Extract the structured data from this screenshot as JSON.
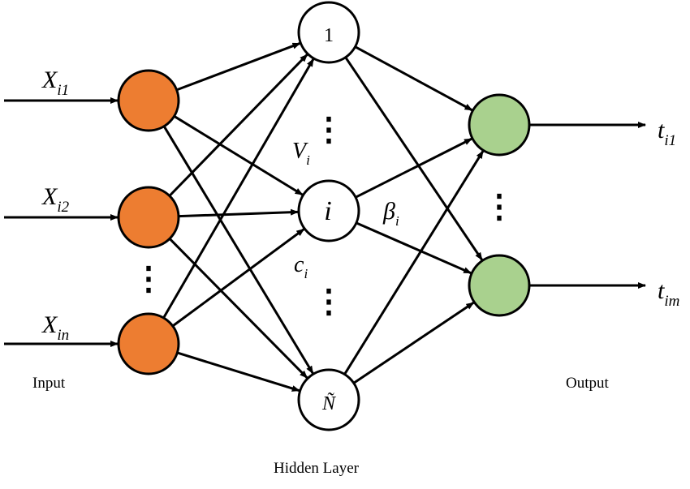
{
  "colors": {
    "input_node": "#ED7D31",
    "hidden_node": "#FFFFFF",
    "output_node": "#A9D18E",
    "stroke": "#000000",
    "background": "#FFFFFF"
  },
  "inputs": [
    {
      "base": "X",
      "sub": "i1"
    },
    {
      "base": "X",
      "sub": "i2"
    },
    {
      "base": "X",
      "sub": "in"
    }
  ],
  "hidden_nodes": [
    "1",
    "i",
    "Ñ"
  ],
  "outputs": [
    {
      "base": "t",
      "sub": "i1"
    },
    {
      "base": "t",
      "sub": "im"
    }
  ],
  "weights": {
    "input_weight": {
      "base": "V",
      "sub": "i"
    },
    "bias": {
      "base": "c",
      "sub": "i"
    },
    "output_weight": {
      "base": "β",
      "sub": "i"
    }
  },
  "ellipsis": "⋮",
  "labels": {
    "input": "Input",
    "hidden": "Hidden Layer",
    "output": "Output"
  }
}
